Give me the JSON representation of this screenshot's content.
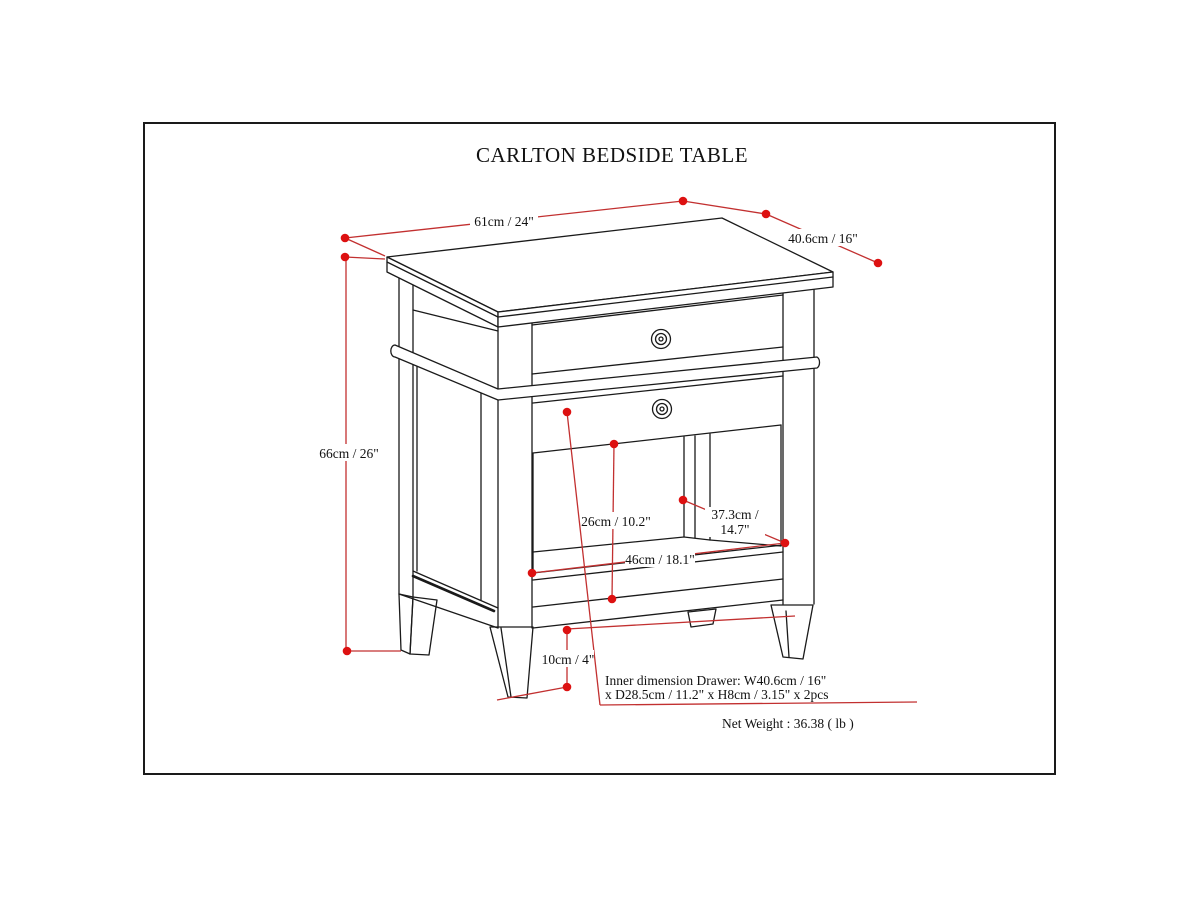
{
  "diagram": {
    "title": "CARLTON BEDSIDE TABLE",
    "dimensions": {
      "width": "61cm / 24\"",
      "depth": "40.6cm / 16\"",
      "height": "66cm / 26\"",
      "opening_height": "26cm / 10.2\"",
      "inner_depth_line1": "37.3cm /",
      "inner_depth_line2": "14.7\"",
      "inner_width": "46cm / 18.1\"",
      "leg_height": "10cm / 4\""
    },
    "notes": {
      "drawer_line1": "Inner dimension Drawer: W40.6cm / 16\"",
      "drawer_line2": "x D28.5cm / 11.2\" x H8cm / 3.15\" x 2pcs",
      "net_weight": "Net Weight : 36.38 ( lb )"
    },
    "colors": {
      "dimension_line": "#c23030",
      "dimension_dot": "#dd1111",
      "drawing_line": "#1a1a1a"
    }
  }
}
